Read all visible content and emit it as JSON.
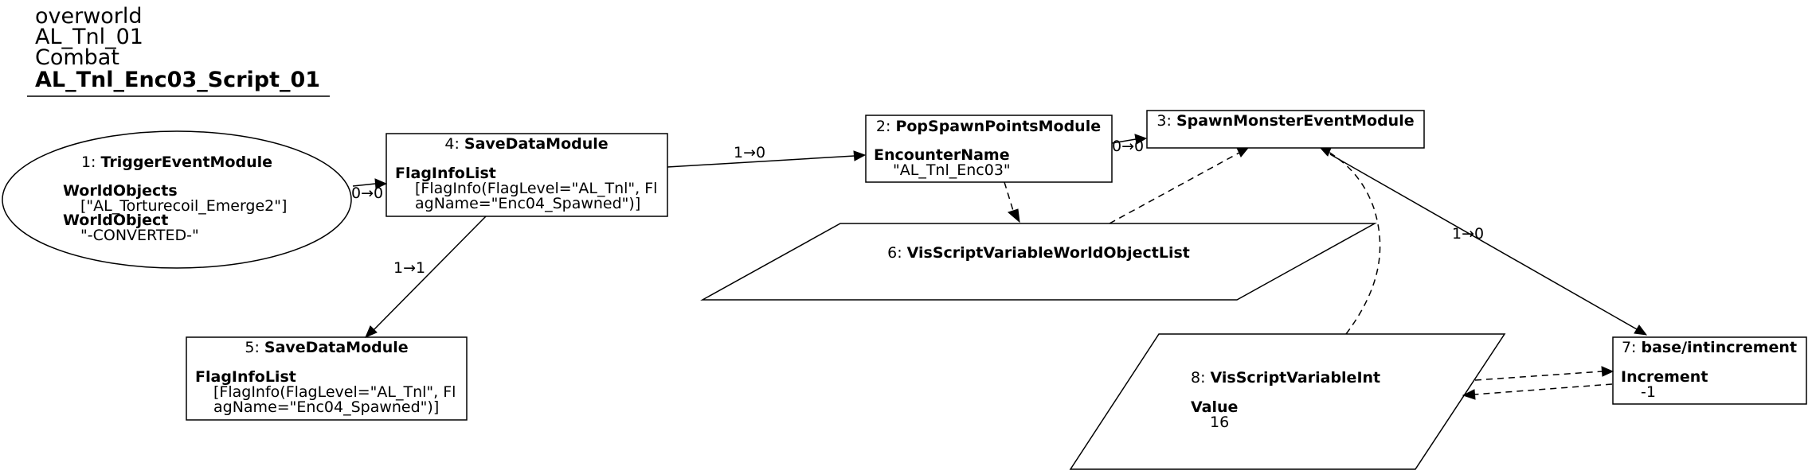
{
  "header": {
    "line1": "overworld",
    "line2": "AL_Tnl_01",
    "line3": "Combat",
    "title": "AL_Tnl_Enc03_Script_01"
  },
  "nodes": {
    "n1": {
      "id": "1",
      "name": "TriggerEventModule",
      "p1_name": "WorldObjects",
      "p1_value": "[\"AL_Torturecoil_Emerge2\"]",
      "p2_name": "WorldObject",
      "p2_value": "\"-CONVERTED-\""
    },
    "n2": {
      "id": "2",
      "name": "PopSpawnPointsModule",
      "p1_name": "EncounterName",
      "p1_value": "\"AL_Tnl_Enc03\""
    },
    "n3": {
      "id": "3",
      "name": "SpawnMonsterEventModule"
    },
    "n4": {
      "id": "4",
      "name": "SaveDataModule",
      "p1_name": "FlagInfoList",
      "p1_value_line1": "[FlagInfo(FlagLevel=\"AL_Tnl\", Fl",
      "p1_value_line2": "agName=\"Enc04_Spawned\")]"
    },
    "n5": {
      "id": "5",
      "name": "SaveDataModule",
      "p1_name": "FlagInfoList",
      "p1_value_line1": "[FlagInfo(FlagLevel=\"AL_Tnl\", Fl",
      "p1_value_line2": "agName=\"Enc04_Spawned\")]"
    },
    "n6": {
      "id": "6",
      "name": "VisScriptVariableWorldObjectList"
    },
    "n7": {
      "id": "7",
      "name": "base/intincrement",
      "p1_name": "Increment",
      "p1_value": "-1"
    },
    "n8": {
      "id": "8",
      "name": "VisScriptVariableInt",
      "p1_name": "Value",
      "p1_value": "16"
    }
  },
  "edges": {
    "e1_4": "0→0",
    "e4_2": "1→0",
    "e4_5": "1→1",
    "e2_3": "0→0",
    "e3_7": "1→0"
  }
}
